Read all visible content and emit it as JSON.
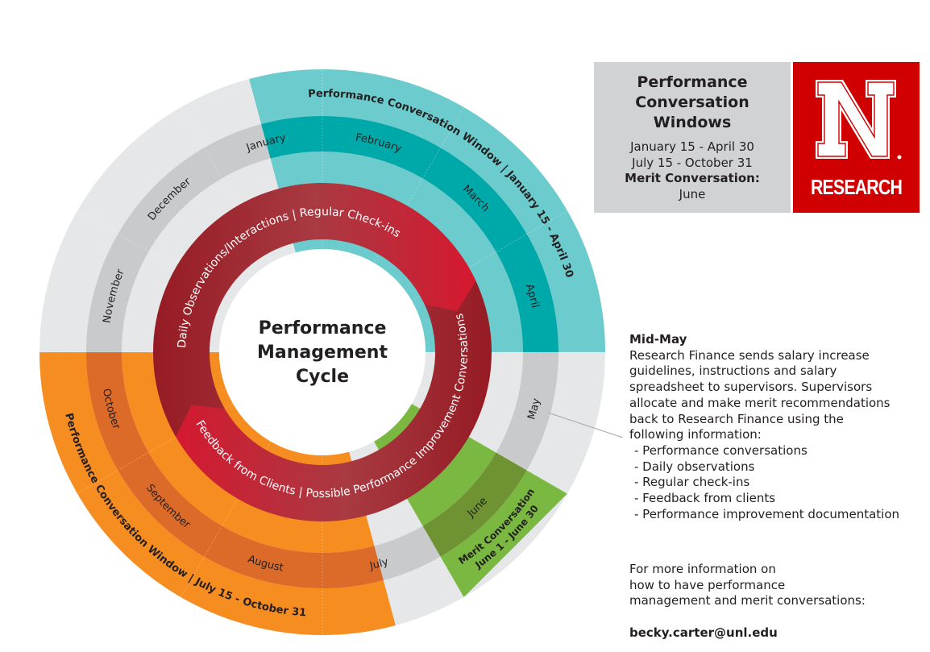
{
  "colors": {
    "outer_gray": "#e6e7e8",
    "month_gray": "#c9cacc",
    "teal_light": "#6ccbcd",
    "teal_dark": "#00a9a9",
    "orange_light": "#f68d21",
    "orange_dark": "#dc6a29",
    "green_light": "#7ab841",
    "green_dark": "#6f9233",
    "red_dark": "#951b24",
    "red_mid": "#a83a42",
    "red_bright": "#d6182f",
    "logo_red": "#d00000",
    "panel_gray": "#d1d2d4"
  },
  "wheel": {
    "center_title": [
      "Performance",
      "Management",
      "Cycle"
    ],
    "months": [
      {
        "label": "January",
        "start_deg": -30,
        "end_deg": 0
      },
      {
        "label": "February",
        "start_deg": 0,
        "end_deg": 30
      },
      {
        "label": "March",
        "start_deg": 30,
        "end_deg": 60
      },
      {
        "label": "April",
        "start_deg": 60,
        "end_deg": 90
      },
      {
        "label": "May",
        "start_deg": 90,
        "end_deg": 120
      },
      {
        "label": "June",
        "start_deg": 120,
        "end_deg": 150
      },
      {
        "label": "July",
        "start_deg": 150,
        "end_deg": 180
      },
      {
        "label": "August",
        "start_deg": 180,
        "end_deg": 210
      },
      {
        "label": "September",
        "start_deg": 210,
        "end_deg": 240
      },
      {
        "label": "October",
        "start_deg": 240,
        "end_deg": 270
      },
      {
        "label": "November",
        "start_deg": 270,
        "end_deg": 300
      },
      {
        "label": "December",
        "start_deg": 300,
        "end_deg": 330
      }
    ],
    "windows": [
      {
        "name": "spring-window",
        "label": "Performance Conversation Window | January 15 - April 30",
        "start_deg": -15,
        "end_deg": 90,
        "light": "teal_light",
        "dark": "teal_dark"
      },
      {
        "name": "fall-window",
        "label": "Performance Conversation Window | July 15 - October 31",
        "start_deg": 165,
        "end_deg": 270,
        "light": "orange_light",
        "dark": "orange_dark"
      },
      {
        "name": "merit-window",
        "label_lines": [
          "Merit Conversation",
          "June 1 - June 30"
        ],
        "start_deg": 120,
        "end_deg": 150,
        "light": "green_light",
        "dark": "green_dark"
      }
    ],
    "activities": [
      {
        "name": "daily-observations-arc",
        "label": "Daily Observations/Interactions | Regular Check-ins",
        "start_deg": 240,
        "end_deg": 425
      },
      {
        "name": "feedback-arc",
        "label": "Feedback from Clients | Possible Performance Improvement Conversations",
        "start_deg": 58,
        "end_deg": 245
      }
    ]
  },
  "info_box": {
    "title_lines": [
      "Performance",
      "Conversation",
      "Windows"
    ],
    "line1": "January 15 - April 30",
    "line2": "July 15 - October 31",
    "line3": "Merit Conversation:",
    "line4": "June"
  },
  "logo": {
    "letter": "N",
    "text": "RESEARCH"
  },
  "notes": {
    "heading": "Mid-May",
    "body_lines": [
      "Research Finance sends salary increase",
      "guidelines, instructions and salary",
      "spreadsheet to supervisors. Supervisors",
      "allocate and make merit recommendations",
      "back to Research Finance using the",
      "following information:"
    ],
    "items": [
      "- Performance conversations",
      "- Daily observations",
      "- Regular check-ins",
      "- Feedback from clients",
      "- Performance improvement documentation"
    ]
  },
  "more_info": {
    "lines": [
      "For more information on",
      "how to have performance",
      "management and merit conversations:"
    ],
    "email": "becky.carter@unl.edu"
  }
}
